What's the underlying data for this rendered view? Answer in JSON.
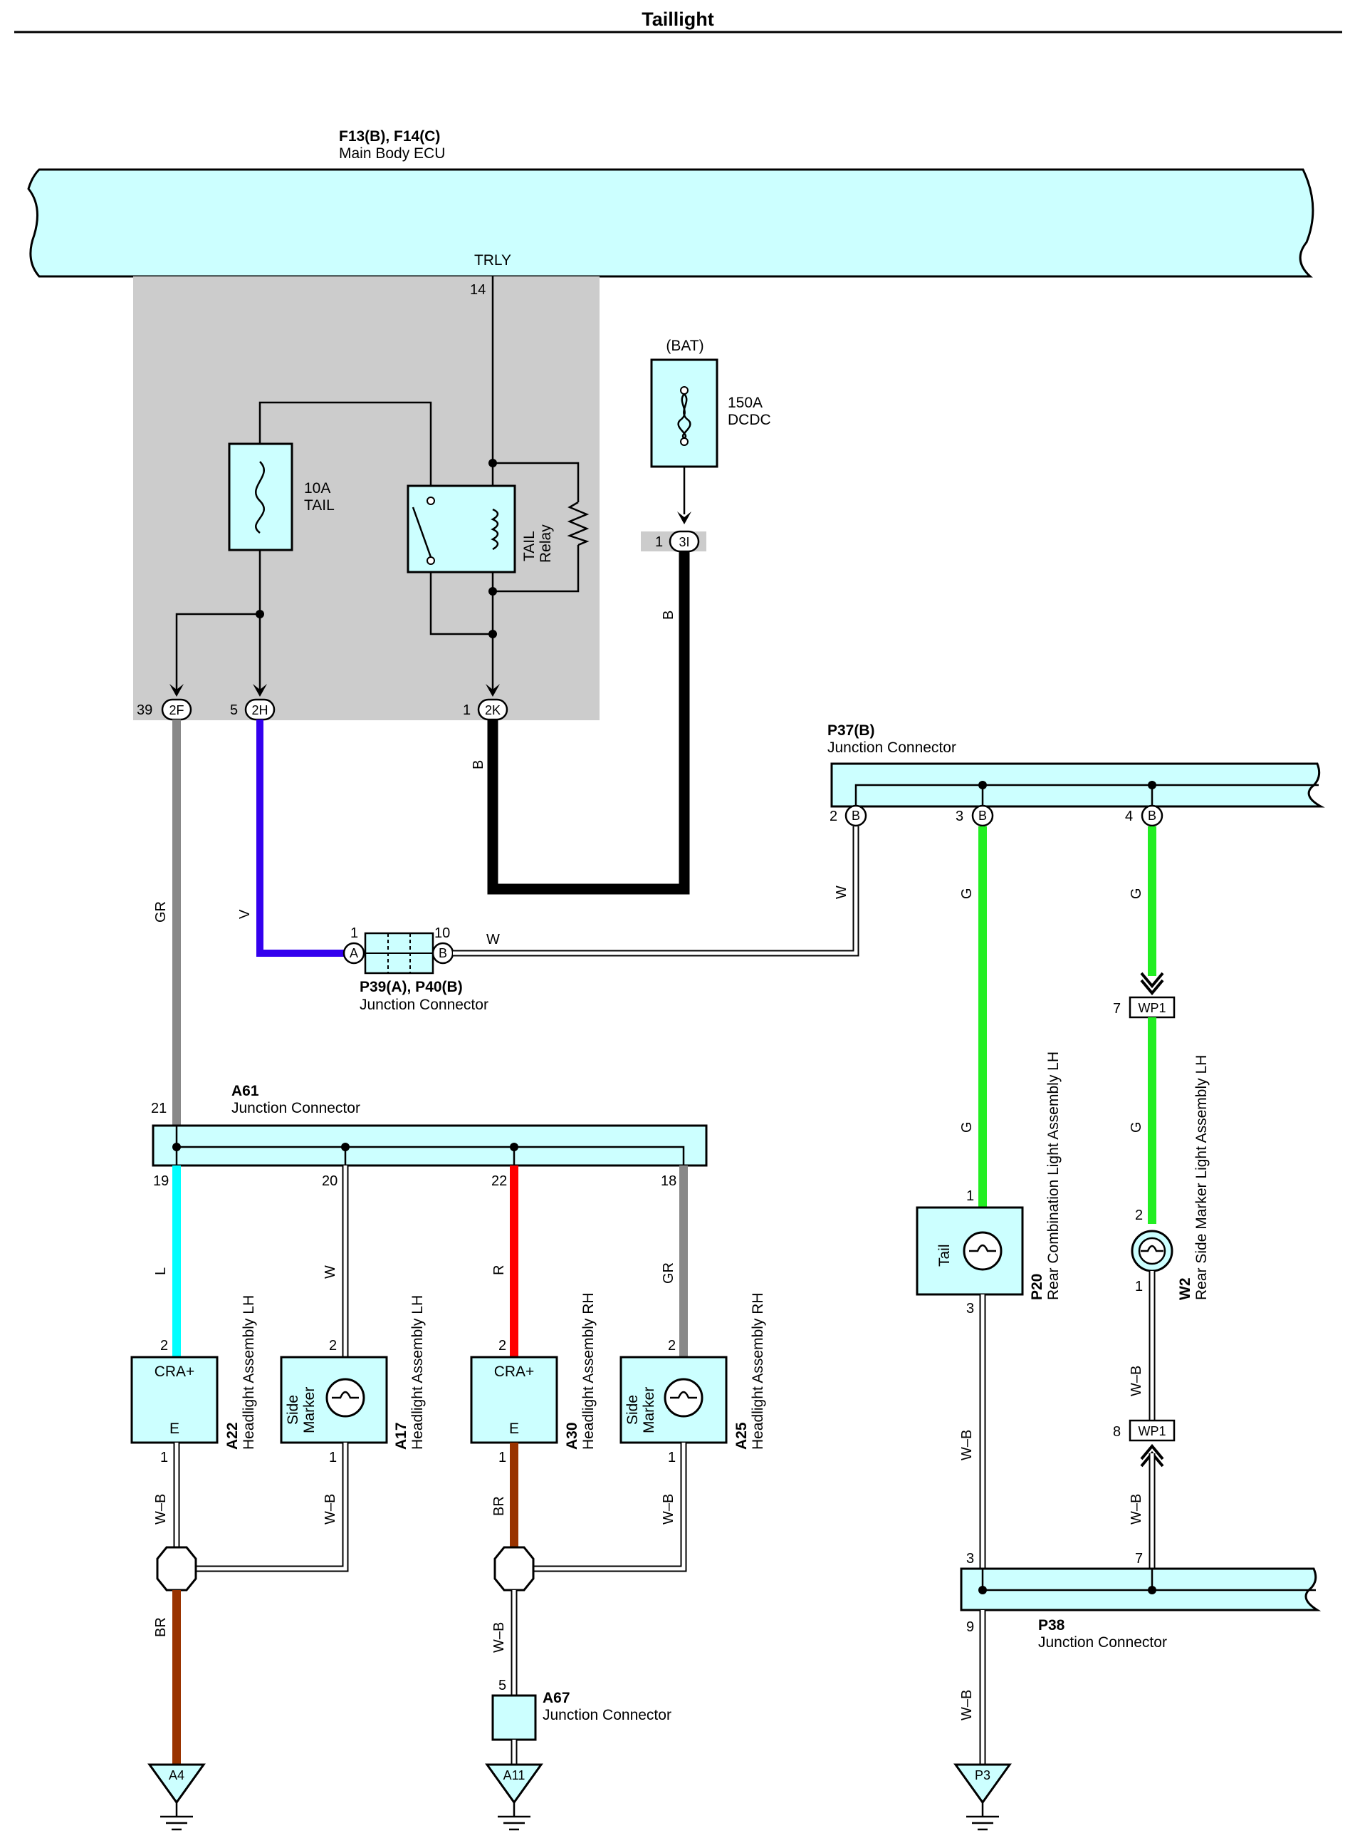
{
  "title": "Taillight",
  "ecu": {
    "code": "F13(B), F14(C)",
    "name": "Main Body ECU",
    "terminal": "TRLY",
    "pin": "14"
  },
  "fuse_tail": {
    "rating": "10A",
    "name": "TAIL"
  },
  "relay": {
    "name1": "TAIL",
    "name2": "Relay"
  },
  "battery": {
    "label": "(BAT)",
    "fuse_rating": "150A",
    "fuse_name": "DCDC"
  },
  "conn_3i": {
    "label": "3I",
    "pin": "1",
    "wire": "B"
  },
  "conn_2f": {
    "label": "2F",
    "pin": "39"
  },
  "conn_2h": {
    "label": "2H",
    "pin": "5"
  },
  "conn_2k": {
    "label": "2K",
    "pin": "1",
    "wire": "B"
  },
  "wires": {
    "gr": "GR",
    "v": "V",
    "w": "W",
    "g": "G",
    "l": "L",
    "r": "R",
    "wb": "W–B",
    "br": "BR",
    "b": "B"
  },
  "p39": {
    "code": "P39(A), P40(B)",
    "name": "Junction Connector",
    "pin_a": "1",
    "pin_b": "10",
    "label_a": "A",
    "label_b": "B"
  },
  "p37": {
    "code": "P37(B)",
    "name": "Junction Connector",
    "pins": [
      "2",
      "3",
      "4"
    ],
    "pin_label": "B"
  },
  "wp1": {
    "label": "WP1",
    "pin_top": "7",
    "pin_bottom": "8"
  },
  "a61": {
    "code": "A61",
    "name": "Junction Connector",
    "pin_in": "21",
    "pins": [
      "19",
      "20",
      "22",
      "18"
    ]
  },
  "a22": {
    "code": "A22",
    "name": "Headlight Assembly LH",
    "top": "CRA+",
    "bottom": "E",
    "pin_top": "2",
    "pin_bottom": "1"
  },
  "a17": {
    "code": "A17",
    "name": "Headlight Assembly LH",
    "inner1": "Side",
    "inner2": "Marker",
    "pin_top": "2",
    "pin_bottom": "1"
  },
  "a30": {
    "code": "A30",
    "name": "Headlight Assembly RH",
    "top": "CRA+",
    "bottom": "E",
    "pin_top": "2",
    "pin_bottom": "1"
  },
  "a25": {
    "code": "A25",
    "name": "Headlight Assembly RH",
    "inner1": "Side",
    "inner2": "Marker",
    "pin_top": "2",
    "pin_bottom": "1"
  },
  "p20": {
    "code": "P20",
    "name": "Rear Combination Light Assembly LH",
    "inner": "Tail",
    "pin_top": "1",
    "pin_bottom": "3"
  },
  "w2": {
    "code": "W2",
    "name": "Rear Side Marker Light Assembly LH",
    "pin_top": "2",
    "pin_bottom": "1"
  },
  "p38": {
    "code": "P38",
    "name": "Junction Connector",
    "pins": [
      "3",
      "7"
    ],
    "pin_out": "9"
  },
  "a67": {
    "code": "A67",
    "name": "Junction Connector",
    "pin": "5"
  },
  "grounds": [
    "A4",
    "A11",
    "P3"
  ],
  "colors": {
    "ecu_fill": "#ccffff",
    "relay_block": "#cccccc",
    "gr": "#888888",
    "violet": "#3300ee",
    "green": "#22ee22",
    "light_blue": "#00ffff",
    "red": "#ff0000",
    "brown": "#993300",
    "black": "#000000"
  }
}
